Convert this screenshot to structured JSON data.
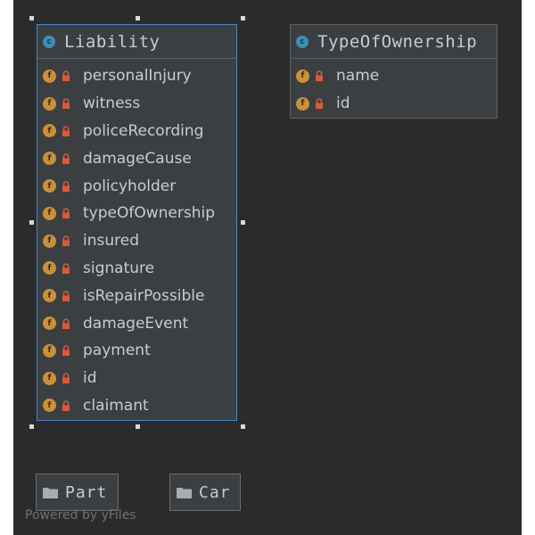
{
  "diagram": {
    "classes": {
      "liability": {
        "icon": "c-class-icon",
        "name": "Liability",
        "fields": [
          "personalInjury",
          "witness",
          "policeRecording",
          "damageCause",
          "policyholder",
          "typeOfOwnership",
          "insured",
          "signature",
          "isRepairPossible",
          "damageEvent",
          "payment",
          "id",
          "claimant"
        ]
      },
      "type_of_ownership": {
        "icon": "c-class-icon",
        "name": "TypeOfOwnership",
        "fields": [
          "name",
          "id"
        ]
      }
    },
    "packages": [
      {
        "label": "Part"
      },
      {
        "label": "Car"
      }
    ],
    "field_icon_letter": "f",
    "class_icon_letter": "c",
    "watermark": "Powered by yFiles",
    "colors": {
      "canvas": "#2b2b2b",
      "node": "#3c3f41",
      "selection": "#4a88c7",
      "class_icon": "#3d8fb5",
      "field_icon": "#c8913a",
      "lock": "#d9593a",
      "text": "#c8ccd0"
    }
  }
}
